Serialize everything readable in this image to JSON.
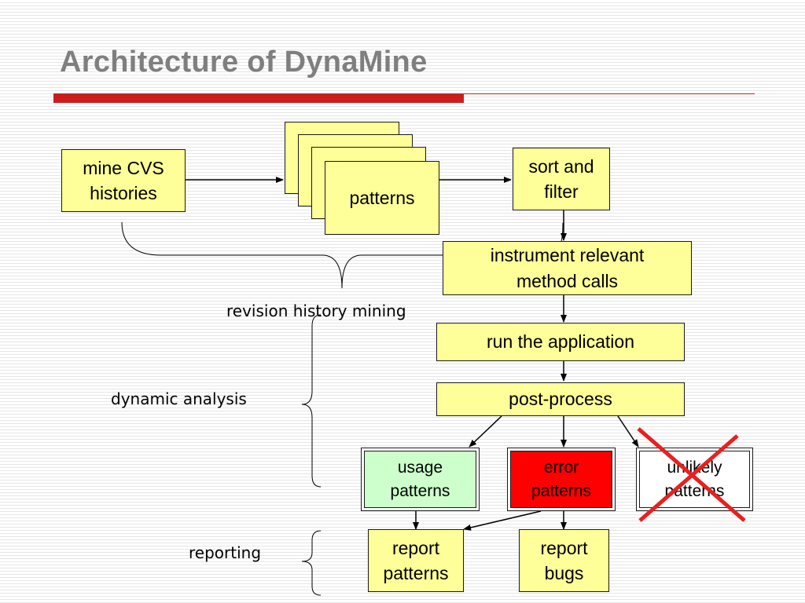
{
  "title": "Architecture of DynaMine",
  "colors": {
    "title": "#7f7f7f",
    "accent_rule": "#cc1d1d",
    "box_fill": "#ffff99",
    "usage_fill": "#ccffcc",
    "error_fill": "#ff0000",
    "unlikely_fill": "#ffffff",
    "cross": "#e82020"
  },
  "nodes": {
    "mine_cvs": {
      "line1": "mine CVS",
      "line2": "histories"
    },
    "patterns": {
      "text": "patterns"
    },
    "sort_filter": {
      "line1": "sort and",
      "line2": "filter"
    },
    "instrument": {
      "line1": "instrument relevant",
      "line2": "method calls"
    },
    "run_app": {
      "text": "run the application"
    },
    "post_process": {
      "text": "post-process"
    },
    "usage_patterns": {
      "line1": "usage",
      "line2": "patterns"
    },
    "error_patterns": {
      "line1": "error",
      "line2": "patterns"
    },
    "unlikely_patterns": {
      "line1": "unlikely",
      "line2": "patterns",
      "crossed_out": true
    },
    "report_patterns": {
      "line1": "report",
      "line2": "patterns"
    },
    "report_bugs": {
      "line1": "report",
      "line2": "bugs"
    }
  },
  "phases": {
    "revision_history_mining": "revision history mining",
    "dynamic_analysis": "dynamic analysis",
    "reporting": "reporting"
  }
}
